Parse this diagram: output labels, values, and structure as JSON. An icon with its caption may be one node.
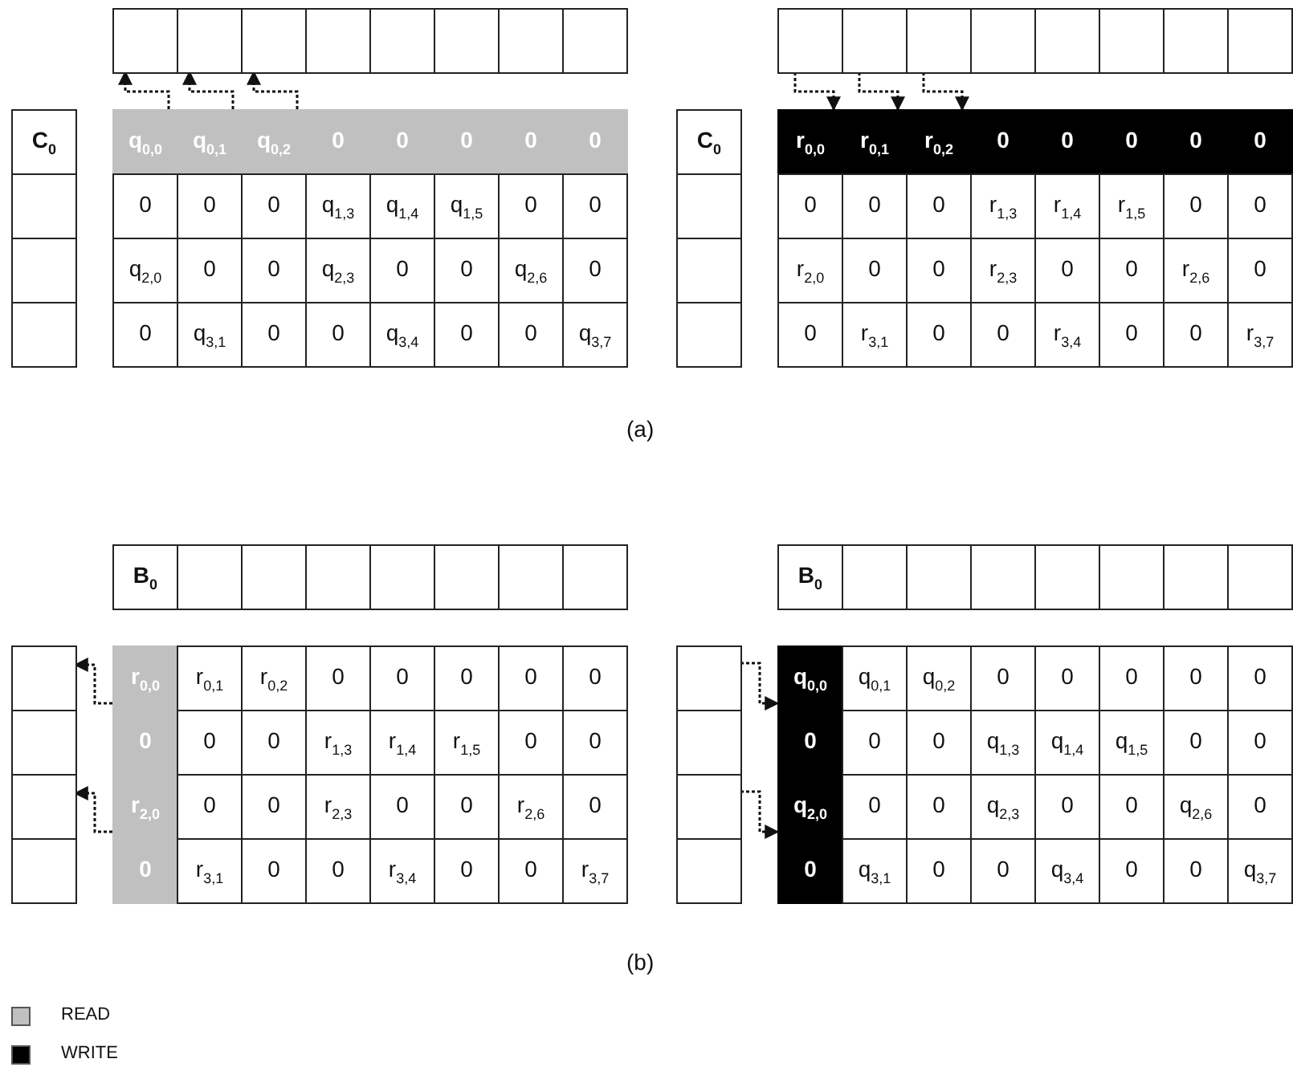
{
  "diagram": {
    "nodes": [
      {
        "text": [],
        "shape": "box"
      },
      {
        "text": [],
        "shape": "box"
      },
      {
        "text": [],
        "shape": "box"
      },
      {
        "text": [],
        "shape": "box"
      },
      {
        "text": [],
        "shape": "box"
      },
      {
        "text": [],
        "shape": "box"
      },
      {
        "text": [],
        "shape": "box"
      },
      {
        "text": [],
        "shape": "box"
      },
      {
        "text": [
          "C$_{0}$"
        ]
      },
      {
        "text": [
          "q$_{0,0}$"
        ]
      },
      {
        "text": [
          "q$_{0,1}$"
        ]
      },
      {
        "text": [
          "q$_{0,2}$"
        ]
      },
      {
        "text": [
          "0"
        ]
      },
      {
        "text": [
          "0"
        ]
      },
      {
        "text": [
          "0"
        ]
      },
      {
        "text": [
          "0"
        ]
      },
      {
        "text": [
          "0"
        ]
      },
      {
        "text": [],
        "shape": "box"
      },
      {
        "text": [
          "0"
        ]
      },
      {
        "text": [
          "0"
        ]
      },
      {
        "text": [
          "0"
        ]
      },
      {
        "text": [
          "q$_{1,3}$"
        ]
      },
      {
        "text": [
          "q$_{1,4}$"
        ]
      },
      {
        "text": [
          "q$_{1,5}$"
        ]
      },
      {
        "text": [
          "0"
        ]
      },
      {
        "text": [
          "0"
        ]
      },
      {
        "text": [],
        "shape": "box"
      },
      {
        "text": [
          "q$_{2,0}$"
        ]
      },
      {
        "text": [
          "0"
        ]
      },
      {
        "text": [
          "0"
        ]
      },
      {
        "text": [
          "q$_{2,3}$"
        ]
      },
      {
        "text": [
          "0"
        ]
      },
      {
        "text": [
          "0"
        ]
      },
      {
        "text": [
          "q$_{2,6}$"
        ]
      },
      {
        "text": [
          "0"
        ]
      },
      {
        "text": [],
        "shape": "box"
      },
      {
        "text": [
          "0"
        ]
      },
      {
        "text": [
          "q$_{3,1}$"
        ]
      },
      {
        "text": [
          "0"
        ]
      },
      {
        "text": [
          "0"
        ]
      },
      {
        "text": [
          "q$_{3,4}$"
        ]
      },
      {
        "text": [
          "0"
        ]
      },
      {
        "text": [
          "0"
        ]
      },
      {
        "text": [
          "q$_{3,7}$"
        ]
      },
      {
        "text": [],
        "shape": "box"
      },
      {
        "text": [],
        "shape": "box"
      },
      {
        "text": [],
        "shape": "box"
      },
      {
        "text": [],
        "shape": "box"
      },
      {
        "text": [],
        "shape": "box"
      },
      {
        "text": [],
        "shape": "box"
      },
      {
        "text": [],
        "shape": "box"
      },
      {
        "text": [],
        "shape": "box"
      },
      {
        "text": [
          "C$_{0}$"
        ]
      },
      {
        "text": [
          "r$_{0,0}$"
        ]
      },
      {
        "text": [
          "r$_{0,1}$"
        ]
      },
      {
        "text": [
          "r$_{0,2}$"
        ]
      },
      {
        "text": [
          "0"
        ]
      },
      {
        "text": [
          "0"
        ]
      },
      {
        "text": [
          "0"
        ]
      },
      {
        "text": [
          "0"
        ]
      },
      {
        "text": [
          "0"
        ]
      },
      {
        "text": [],
        "shape": "box"
      },
      {
        "text": [
          "0"
        ]
      },
      {
        "text": [
          "0"
        ]
      },
      {
        "text": [
          "0"
        ]
      },
      {
        "text": [
          "r$_{1,3}$"
        ]
      },
      {
        "text": [
          "r$_{1,4}$"
        ]
      },
      {
        "text": [
          "r$_{1,5}$"
        ]
      },
      {
        "text": [
          "0"
        ]
      },
      {
        "text": [
          "0"
        ]
      },
      {
        "text": [],
        "shape": "box"
      },
      {
        "text": [
          "r$_{2,0}$"
        ]
      },
      {
        "text": [
          "0"
        ]
      },
      {
        "text": [
          "0"
        ]
      },
      {
        "text": [
          "r$_{2,3}$"
        ]
      },
      {
        "text": [
          "0"
        ]
      },
      {
        "text": [
          "0"
        ]
      },
      {
        "text": [
          "r$_{2,6}$"
        ]
      },
      {
        "text": [
          "0"
        ]
      },
      {
        "text": [],
        "shape": "box"
      },
      {
        "text": [
          "0"
        ]
      },
      {
        "text": [
          "r$_{3,1}$"
        ]
      },
      {
        "text": [
          "0"
        ]
      },
      {
        "text": [
          "0"
        ]
      },
      {
        "text": [
          "r$_{3,4}$"
        ]
      },
      {
        "text": [
          "0"
        ]
      },
      {
        "text": [
          "0"
        ]
      },
      {
        "text": [
          "r$_{3,7}$"
        ]
      },
      {
        "text": [
          "B$_{0}$"
        ]
      },
      {
        "text": [],
        "shape": "box"
      },
      {
        "text": [],
        "shape": "box"
      },
      {
        "text": [],
        "shape": "box"
      },
      {
        "text": [],
        "shape": "box"
      },
      {
        "text": [],
        "shape": "box"
      },
      {
        "text": [],
        "shape": "box"
      },
      {
        "text": [],
        "shape": "box"
      },
      {
        "text": [],
        "shape": "box"
      },
      {
        "text": [
          "r$_{0,0}$"
        ]
      },
      {
        "text": [
          "r$_{0,1}$"
        ]
      },
      {
        "text": [
          "r$_{0,2}$"
        ]
      },
      {
        "text": [
          "0"
        ]
      },
      {
        "text": [
          "0"
        ]
      },
      {
        "text": [
          "0"
        ]
      },
      {
        "text": [
          "0"
        ]
      },
      {
        "text": [
          "0"
        ]
      },
      {
        "text": [],
        "shape": "box"
      },
      {
        "text": [
          "0"
        ]
      },
      {
        "text": [
          "0"
        ]
      },
      {
        "text": [
          "0"
        ]
      },
      {
        "text": [
          "r$_{1,3}$"
        ]
      },
      {
        "text": [
          "r$_{1,4}$"
        ]
      },
      {
        "text": [
          "r$_{1,5}$"
        ]
      },
      {
        "text": [
          "0"
        ]
      },
      {
        "text": [
          "0"
        ]
      },
      {
        "text": [],
        "shape": "box"
      },
      {
        "text": [
          "r$_{2,0}$"
        ]
      },
      {
        "text": [
          "0"
        ]
      },
      {
        "text": [
          "0"
        ]
      },
      {
        "text": [
          "r$_{2,3}$"
        ]
      },
      {
        "text": [
          "0"
        ]
      },
      {
        "text": [
          "0"
        ]
      },
      {
        "text": [
          "r$_{2,6}$"
        ]
      },
      {
        "text": [
          "0"
        ]
      },
      {
        "text": [],
        "shape": "box"
      },
      {
        "text": [
          "0"
        ]
      },
      {
        "text": [
          "r$_{3,1}$"
        ]
      },
      {
        "text": [
          "0"
        ]
      },
      {
        "text": [
          "0"
        ]
      },
      {
        "text": [
          "r$_{3,4}$"
        ]
      },
      {
        "text": [
          "0"
        ]
      },
      {
        "text": [
          "0"
        ]
      },
      {
        "text": [
          "r$_{3,7}$"
        ]
      },
      {
        "text": [
          "B$_{0}$"
        ]
      },
      {
        "text": [],
        "shape": "box"
      },
      {
        "text": [],
        "shape": "box"
      },
      {
        "text": [],
        "shape": "box"
      },
      {
        "text": [],
        "shape": "box"
      },
      {
        "text": [],
        "shape": "box"
      },
      {
        "text": [],
        "shape": "box"
      },
      {
        "text": [],
        "shape": "box"
      },
      {
        "text": [],
        "shape": "box"
      },
      {
        "text": [
          "q$_{0,0}$"
        ]
      },
      {
        "text": [
          "q$_{0,1}$"
        ]
      },
      {
        "text": [
          "q$_{0,2}$"
        ]
      },
      {
        "text": [
          "0"
        ]
      },
      {
        "text": [
          "0"
        ]
      },
      {
        "text": [
          "0"
        ]
      },
      {
        "text": [
          "0"
        ]
      },
      {
        "text": [
          "0"
        ]
      },
      {
        "text": [],
        "shape": "box"
      },
      {
        "text": [
          "0"
        ]
      },
      {
        "text": [
          "0"
        ]
      },
      {
        "text": [
          "0"
        ]
      },
      {
        "text": [
          "q$_{1,3}$"
        ]
      },
      {
        "text": [
          "q$_{1,4}$"
        ]
      },
      {
        "text": [
          "q$_{1,5}$"
        ]
      },
      {
        "text": [
          "0"
        ]
      },
      {
        "text": [
          "0"
        ]
      },
      {
        "text": [],
        "shape": "box"
      },
      {
        "text": [
          "q$_{2,0}$"
        ]
      },
      {
        "text": [
          "0"
        ]
      },
      {
        "text": [
          "0"
        ]
      },
      {
        "text": [
          "q$_{2,3}$"
        ]
      },
      {
        "text": [
          "0"
        ]
      },
      {
        "text": [
          "0"
        ]
      },
      {
        "text": [
          "q$_{2,6}$"
        ]
      },
      {
        "text": [
          "0"
        ]
      },
      {
        "text": [],
        "shape": "box"
      },
      {
        "text": [
          "0"
        ]
      },
      {
        "text": [
          "q$_{3,1}$"
        ]
      },
      {
        "text": [
          "0"
        ]
      },
      {
        "text": [
          "0"
        ]
      },
      {
        "text": [
          "q$_{3,4}$"
        ]
      },
      {
        "text": [
          "0"
        ]
      },
      {
        "text": [
          "0"
        ]
      },
      {
        "text": [
          "q$_{3,7}$"
        ]
      }
    ],
    "edges": [
      {
        "from": 9,
        "to": 0,
        "arrow": "to",
        "style": "dashed"
      },
      {
        "from": 10,
        "to": 1,
        "arrow": "to",
        "style": "dashed"
      },
      {
        "from": 11,
        "to": 2,
        "arrow": "to",
        "style": "dashed"
      },
      {
        "from": 44,
        "to": 53,
        "arrow": "to",
        "style": "dashed"
      },
      {
        "from": 45,
        "to": 54,
        "arrow": "to",
        "style": "dashed"
      },
      {
        "from": 46,
        "to": 55,
        "arrow": "to",
        "style": "dashed"
      },
      {
        "from": 97,
        "to": 96,
        "arrow": "to",
        "style": "dashed"
      },
      {
        "from": 115,
        "to": 105,
        "arrow": "to",
        "style": "dashed"
      },
      {
        "from": 140,
        "to": 141,
        "arrow": "to",
        "style": "dashed"
      },
      {
        "from": 158,
        "to": 159,
        "arrow": "to",
        "style": "dashed"
      }
    ],
    "labels": [
      "(a)",
      "(b)"
    ],
    "legend": [
      {
        "text": "READ",
        "color": "#c0c0c0"
      },
      {
        "text": "WRITE",
        "color": "#000000"
      }
    ]
  }
}
